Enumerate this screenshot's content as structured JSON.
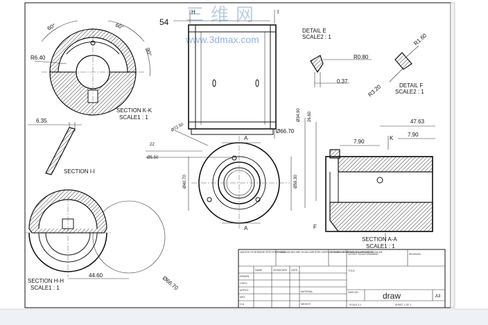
{
  "watermark": {
    "chinese": "三维网",
    "url": "www.3dmax.com"
  },
  "views": {
    "section_kk": {
      "name": "SECTION K-K",
      "scale": "SCALE1 : 1"
    },
    "section_ii": {
      "name": "SECTION I-I"
    },
    "section_hh": {
      "name": "SECTION H-H",
      "scale": "SCALE1 : 1"
    },
    "section_aa": {
      "name": "SECTION A-A",
      "scale": "SCALE1 : 1"
    },
    "detail_e": {
      "name": "DETAIL E",
      "scale": "SCALE2 : 1"
    },
    "detail_f": {
      "name": "DETAIL F",
      "scale": "SCALE2 : 1"
    }
  },
  "dimensions": {
    "angle_1": "60°",
    "angle_2": "60°",
    "angle_3": "90°",
    "radius_kk": "R6.40",
    "width_ii": "6.35",
    "length_front": "54",
    "radius_e": "R0.80",
    "offset_e": "0.37",
    "radius_f1": "R1.60",
    "radius_f2": "R3.20",
    "dia_front": "Ø66.70",
    "dia_top_1": "Ø34.90",
    "dia_top_2": "26.60",
    "len_aa": "47.63",
    "len_aa_2": "7.90",
    "len_aa_3": "7.90",
    "dia_circle_1": "Ø72.50",
    "len_circle": "22",
    "dia_circle_2": "Ø5.50",
    "dia_circle_3": "Ø40.70",
    "dia_circle_4": "Ø59.30",
    "len_hh": "44.60",
    "dia_hh": "Ø66.70"
  },
  "markers": {
    "h_top": "H",
    "i_top": "I",
    "k": "K",
    "f": "F",
    "a_top": "A",
    "a_bottom": "A"
  },
  "title_block": {
    "tolerance_note": "UNLESS OTHERWISE SPECIFIED: DIMENSIONS ARE IN MILLIMETERS SURFACE FINISH: TOLERANCES: LINEAR: ANGULAR:",
    "finish": "FINISH:",
    "deburr": "DEBURR AND BREAK SHARP EDGES",
    "dont_scale": "DO NOT SCALE DRAWING",
    "revision": "REVISION",
    "name_header": "NAME",
    "signature_header": "SIGNATURE",
    "date_header": "DATE",
    "drawn": "DRAWN",
    "chkd": "CHK'D",
    "appvd": "APPV'D",
    "mfg": "MFG",
    "qa": "Q.A",
    "material": "MATERIAL:",
    "title_label": "TITLE:",
    "dwg_no": "DWG NO.",
    "drawing_name": "draw",
    "size": "A3",
    "weight": "WEIGHT:",
    "scale_label": "SCALE:1:1",
    "sheet": "SHEET 1 OF 1"
  }
}
